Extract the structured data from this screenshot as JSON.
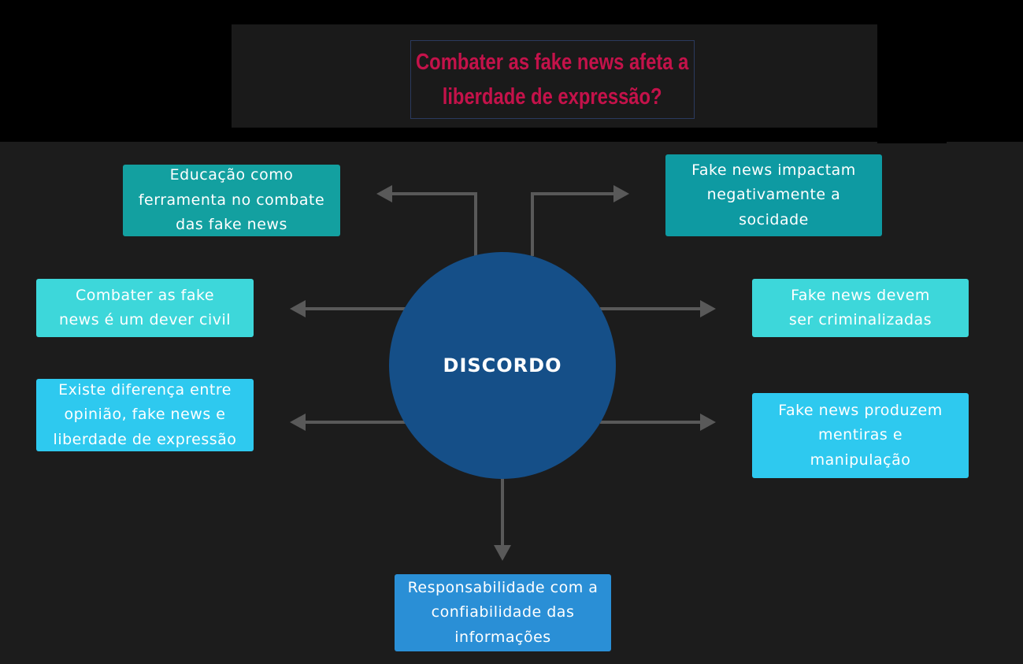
{
  "title": {
    "line1": "Combater as fake news afeta a",
    "line2": "liberdade de expressão?"
  },
  "center": {
    "label": "DISCORDO"
  },
  "nodes": {
    "educacao": {
      "line1": "Educação como",
      "line2": "ferramenta no combate",
      "line3": "das fake news"
    },
    "impactam": {
      "line1": "Fake news impactam",
      "line2": "negativamente a",
      "line3": "socidade"
    },
    "dever": {
      "line1": "Combater as fake",
      "line2": "news é um dever civil"
    },
    "criminal": {
      "line1": "Fake news devem",
      "line2": "ser criminalizadas"
    },
    "diferenca": {
      "line1": "Existe diferença entre",
      "line2": "opinião, fake news e",
      "line3": "liberdade de expressão"
    },
    "mentiras": {
      "line1": "Fake news produzem",
      "line2": "mentiras e",
      "line3": "manipulação"
    },
    "responsab": {
      "line1": "Responsabilidade com a",
      "line2": "confiabilidade das",
      "line3": "informações"
    }
  },
  "colors": {
    "title_text": "#c4124a",
    "center_fill": "#154f88",
    "connector": "#595959",
    "background": "#1c1c1c"
  }
}
